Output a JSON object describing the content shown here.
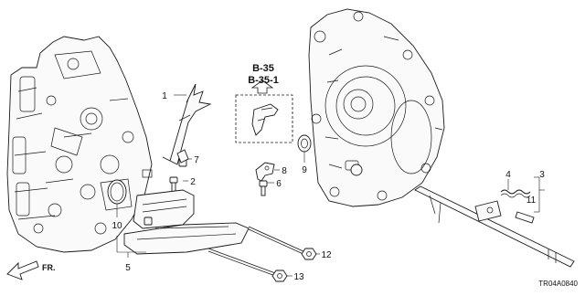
{
  "diagram": {
    "drawing_code": "TR04A0840",
    "front_label": "FR.",
    "ref_codes": [
      "B-35",
      "B-35-1"
    ],
    "callouts": {
      "c1": "1",
      "c2": "2",
      "c3": "3",
      "c4": "4",
      "c5": "5",
      "c6": "6",
      "c7": "7",
      "c8": "8",
      "c9": "9",
      "c10": "10",
      "c11": "11",
      "c12": "12",
      "c13": "13"
    }
  },
  "parts": [
    {
      "id": "1",
      "icon": "shift-fork-icon"
    },
    {
      "id": "2",
      "icon": "bolt-icon"
    },
    {
      "id": "3",
      "icon": "shift-shaft-assembly-icon"
    },
    {
      "id": "4",
      "icon": "spring-icon"
    },
    {
      "id": "5",
      "icon": "strainer-assembly-icon"
    },
    {
      "id": "6",
      "icon": "bolt-icon"
    },
    {
      "id": "7",
      "icon": "clip-icon"
    },
    {
      "id": "8",
      "icon": "bracket-icon"
    },
    {
      "id": "9",
      "icon": "oil-seal-icon"
    },
    {
      "id": "10",
      "icon": "o-ring-icon"
    },
    {
      "id": "11",
      "icon": "pin-icon"
    },
    {
      "id": "12",
      "icon": "nut-icon"
    },
    {
      "id": "13",
      "icon": "nut-icon"
    }
  ]
}
